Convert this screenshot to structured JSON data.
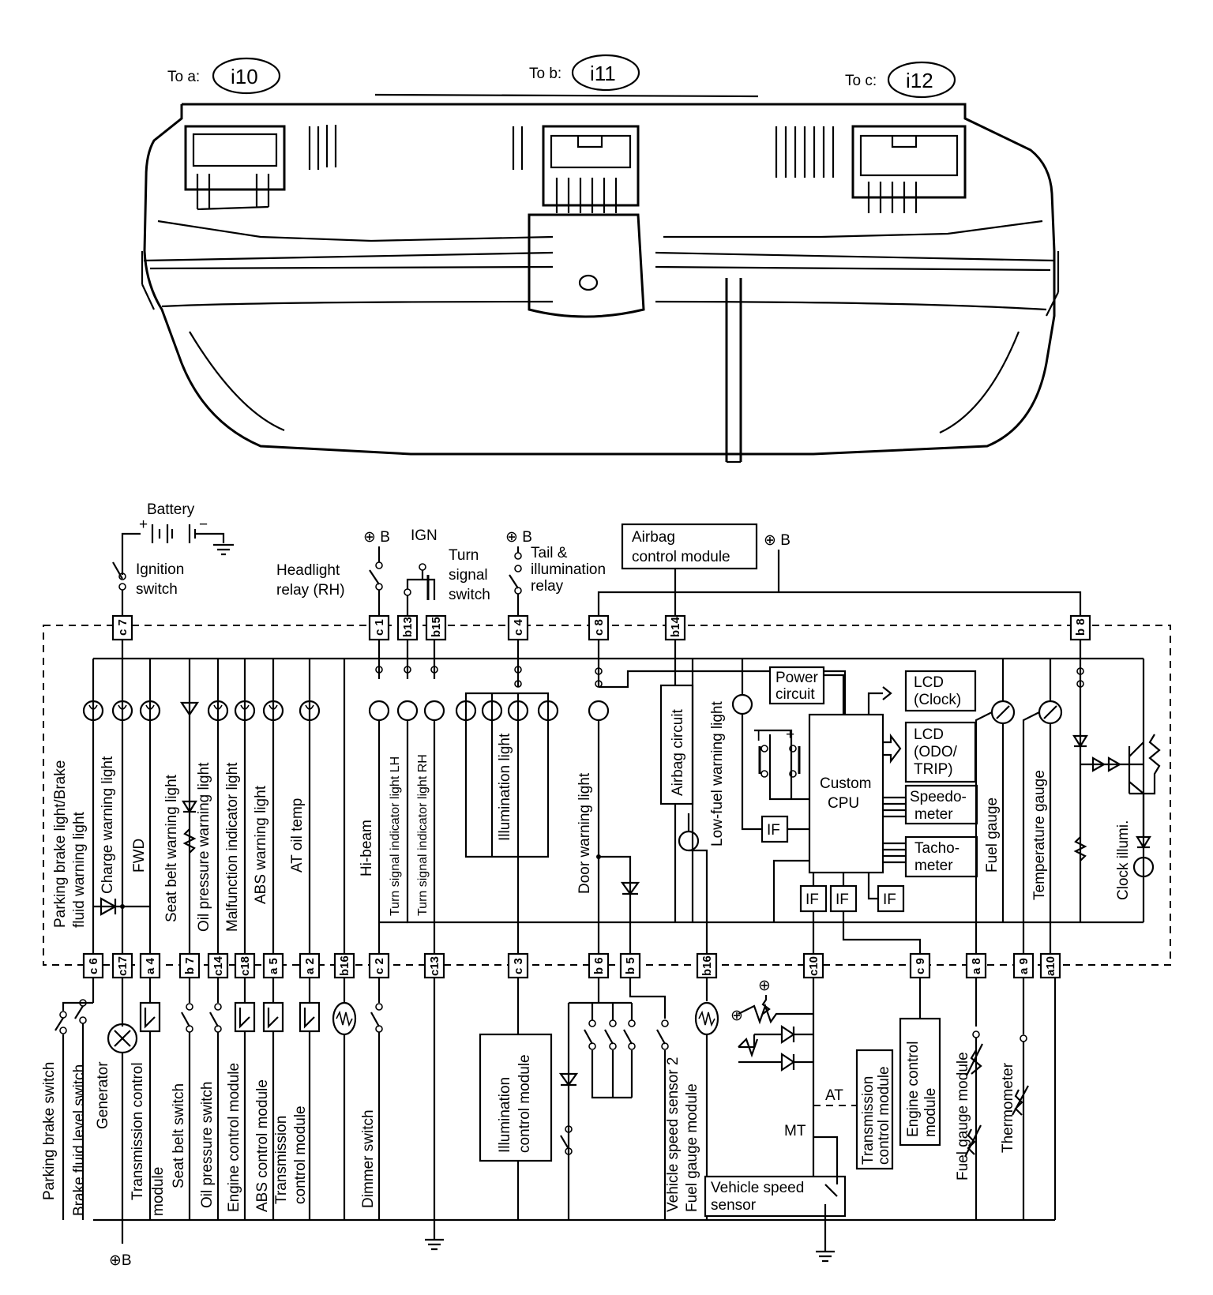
{
  "housing": {
    "to_a": "To a:",
    "to_b": "To b:",
    "to_c": "To c:",
    "conn_a": "i10",
    "conn_b": "i11",
    "conn_c": "i12"
  },
  "supply": {
    "battery": "Battery",
    "ignition_switch": [
      "Ignition",
      "switch"
    ],
    "headlight_relay": [
      "Headlight",
      "relay (RH)"
    ],
    "plus_b": "⊕ B",
    "ign": "IGN",
    "turn_signal_switch": [
      "Turn",
      "signal",
      "switch"
    ],
    "tail_relay": [
      "Tail &",
      "illumination",
      "relay"
    ],
    "airbag_module": [
      "Airbag",
      "control module"
    ]
  },
  "top_connectors": [
    "c 7",
    "c 1",
    "b13",
    "b15",
    "c 4",
    "c 8",
    "b14",
    "b 8"
  ],
  "bottom_connectors": [
    "c 6",
    "c17",
    "a 4",
    "b 7",
    "c14",
    "c18",
    "a 5",
    "a 2",
    "b16",
    "c 2",
    "c13",
    "c 3",
    "b 6",
    "b 5",
    "b16",
    "c10",
    "c 9",
    "a 8",
    "a 9",
    "a10"
  ],
  "internal": {
    "power_circuit": [
      "Power",
      "circuit"
    ],
    "lcd_clock": [
      "LCD",
      "(Clock)"
    ],
    "lcd_odo": [
      "LCD",
      "(ODO/",
      "TRIP)"
    ],
    "custom_cpu": [
      "Custom",
      "CPU"
    ],
    "speedometer": [
      "Speedo-",
      "meter"
    ],
    "tachometer": [
      "Tacho-",
      "meter"
    ],
    "if_label": "IF",
    "airbag_circuit": "Airbag circuit"
  },
  "lights": {
    "parking_brake": [
      "Parking brake light/Brake",
      "fluid warning light"
    ],
    "charge": "Charge warning light",
    "fwd": "FWD",
    "seat_belt": "Seat belt warning light",
    "oil_pressure": "Oil pressure warning light",
    "malfunction": "Malfunction indicator light",
    "abs": "ABS warning light",
    "at_oil_temp": "AT oil temp",
    "hi_beam": "Hi-beam",
    "turn_lh": "Turn signal indicator light LH",
    "turn_rh": "Turn signal indicator light RH",
    "illumination": "Illumination light",
    "door": "Door warning light",
    "low_fuel": "Low-fuel warning light",
    "fuel_gauge": "Fuel gauge",
    "temp_gauge": "Temperature gauge",
    "clock_illumi": "Clock illumi."
  },
  "external": {
    "parking_brake_switch": "Parking brake switch",
    "brake_fluid_switch": "Brake fluid level switch",
    "generator": "Generator",
    "tcm": [
      "Transmission control",
      "module"
    ],
    "seat_belt_switch": "Seat belt switch",
    "oil_pressure_switch": "Oil pressure switch",
    "ecm": "Engine control module",
    "abs_module": "ABS control module",
    "tcm2": [
      "Transmission",
      "control module"
    ],
    "dimmer_switch": "Dimmer switch",
    "illum_module": [
      "Illumination",
      "control module"
    ],
    "vss2": "Vehicle speed sensor 2",
    "fuel_gauge_module": "Fuel gauge module",
    "vss": [
      "Vehicle speed",
      "sensor"
    ],
    "at": "AT",
    "mt": "MT",
    "tcm3": [
      "Transmission",
      "control module"
    ],
    "ecm2": [
      "Engine control",
      "module"
    ],
    "fuel_gauge_module2": "Fuel gauge module",
    "thermometer": "Thermometer",
    "plus_b_bottom": "⊕B"
  }
}
